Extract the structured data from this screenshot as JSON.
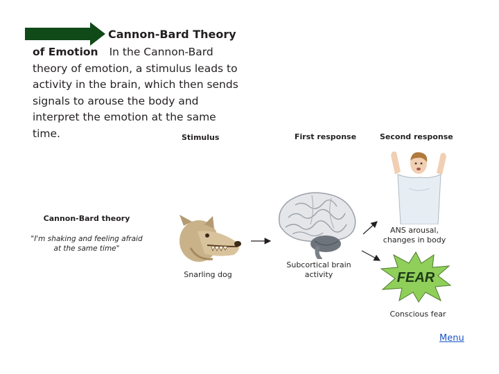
{
  "header": {
    "title": "Cannon-Bard Theory",
    "lead": "of Emotion",
    "body": "In the Cannon-Bard theory of emotion, a stimulus leads to activity in the brain, which then sends signals to arouse the body and interpret the emotion at the same time."
  },
  "columns": {
    "stimulus": "Stimulus",
    "first": "First response",
    "second": "Second response"
  },
  "theory": {
    "name": "Cannon-Bard theory",
    "quote": "\"I'm shaking and feeling afraid at the same time\""
  },
  "labels": {
    "dog": "Snarling dog",
    "brain": "Subcortical brain activity",
    "ans": "ANS arousal, changes in body",
    "fear": "Conscious fear"
  },
  "fear_sign": "FEAR",
  "menu": {
    "label": "Menu"
  },
  "colors": {
    "arrow_green": "#0f4a18",
    "fear_star": "#8fcf5a",
    "link": "#1a55c8"
  }
}
